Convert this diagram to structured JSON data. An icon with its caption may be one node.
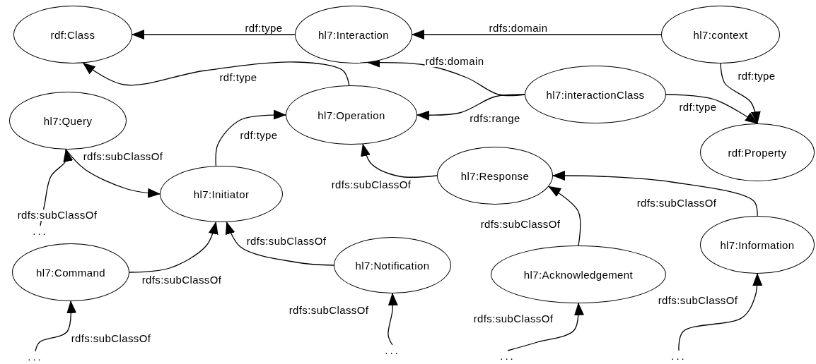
{
  "diagram": {
    "nodes": [
      {
        "text": [
          "rdf:Class"
        ]
      },
      {
        "text": [
          "hl7:Interaction"
        ]
      },
      {
        "text": [
          "hl7:context"
        ]
      },
      {
        "text": [
          "hl7:Query"
        ]
      },
      {
        "text": [
          "hl7:Operation"
        ]
      },
      {
        "text": [
          "hl7:interactionClass"
        ]
      },
      {
        "text": [
          "rdf:Property"
        ]
      },
      {
        "text": [
          "hl7:Initiator"
        ]
      },
      {
        "text": [
          "hl7:Response"
        ]
      },
      {
        "text": [
          "hl7:Command"
        ]
      },
      {
        "text": [
          "hl7:Notification"
        ]
      },
      {
        "text": [
          "hl7:Acknowledgement"
        ]
      },
      {
        "text": [
          "hl7:Information"
        ]
      },
      {
        "text": [
          "..."
        ]
      },
      {
        "text": [
          "..."
        ]
      },
      {
        "text": [
          "..."
        ]
      },
      {
        "text": [
          "..."
        ]
      },
      {
        "text": [
          "..."
        ]
      }
    ],
    "edges": [
      {
        "from": 1,
        "to": 0,
        "arrow": "to",
        "label": "rdf:type"
      },
      {
        "from": 2,
        "to": 1,
        "arrow": "to",
        "label": "rdfs:domain"
      },
      {
        "from": 4,
        "to": 0,
        "arrow": "to",
        "label": "rdf:type"
      },
      {
        "from": 5,
        "to": 1,
        "arrow": "to",
        "label": "rdfs:domain"
      },
      {
        "from": 5,
        "to": 4,
        "arrow": "to",
        "label": "rdfs:range"
      },
      {
        "from": 5,
        "to": 6,
        "arrow": "to",
        "label": "rdf:type"
      },
      {
        "from": 2,
        "to": 6,
        "arrow": "to",
        "label": "rdf:type"
      },
      {
        "from": 7,
        "to": 4,
        "arrow": "to",
        "label": "rdf:type"
      },
      {
        "from": 8,
        "to": 4,
        "arrow": "to",
        "label": "rdfs:subClassOf"
      },
      {
        "from": 3,
        "to": 7,
        "arrow": "to",
        "label": "rdfs:subClassOf"
      },
      {
        "from": 9,
        "to": 7,
        "arrow": "to",
        "label": "rdfs:subClassOf"
      },
      {
        "from": 10,
        "to": 7,
        "arrow": "to",
        "label": "rdfs:subClassOf"
      },
      {
        "from": 11,
        "to": 8,
        "arrow": "to",
        "label": "rdfs:subClassOf"
      },
      {
        "from": 12,
        "to": 8,
        "arrow": "to",
        "label": "rdfs:subClassOf"
      },
      {
        "from": 13,
        "to": 3,
        "arrow": "to",
        "label": "rdfs:subClassOf"
      },
      {
        "from": 14,
        "to": 9,
        "arrow": "to",
        "label": "rdfs:subClassOf"
      },
      {
        "from": 15,
        "to": 10,
        "arrow": "to",
        "label": "rdfs:subClassOf"
      },
      {
        "from": 16,
        "to": 11,
        "arrow": "to",
        "label": "rdfs:subClassOf"
      },
      {
        "from": 17,
        "to": 12,
        "arrow": "to",
        "label": "rdfs:subClassOf"
      }
    ]
  }
}
